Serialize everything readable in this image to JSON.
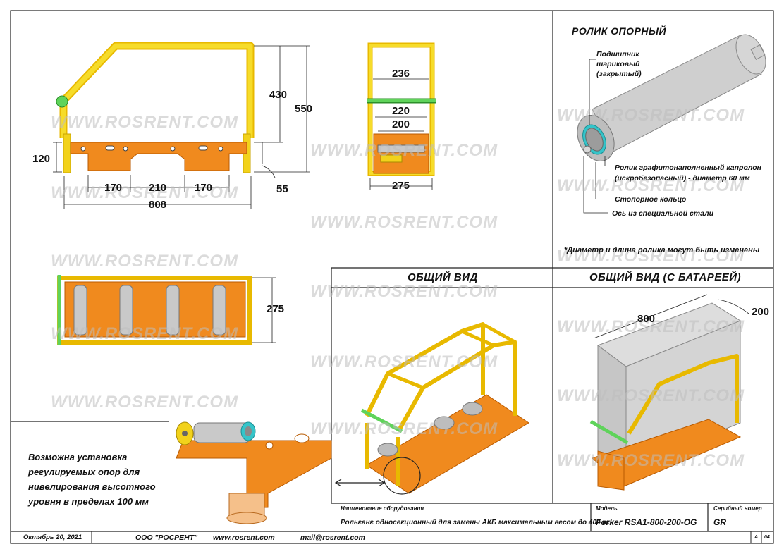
{
  "dimensions": {
    "d430": "430",
    "d550": "550",
    "d120": "120",
    "d170a": "170",
    "d210": "210",
    "d170b": "170",
    "d808": "808",
    "d55": "55",
    "d236": "236",
    "d220": "220",
    "d200": "200",
    "d275_top": "275",
    "d275_side": "275",
    "d800": "800",
    "d200_iso": "200"
  },
  "roller": {
    "title": "РОЛИК ОПОРНЫЙ",
    "bearing": [
      "Подшипник",
      "шариковый",
      "(закрытый)"
    ],
    "material": [
      "Ролик графитонаполненный капролон",
      "(искробезопасный) - диаметр 60 мм"
    ],
    "ring": "Стопорное кольцо",
    "axle": "Ось из специальной стали",
    "note": "*Диаметр и длина ролика могут быть изменены"
  },
  "views": {
    "general": "ОБЩИЙ ВИД",
    "general_battery": "ОБЩИЙ ВИД (С БАТАРЕЕЙ)"
  },
  "detail_note": [
    "Возможна установка",
    "регулируемых опор для",
    "нивелирования высотного",
    "уровня в пределах 100 мм"
  ],
  "title_block": {
    "equipment_label": "Наименование оборудования",
    "equipment_value": "Рольганг односекционный для замены АКБ максимальным весом до 400 кг",
    "model_label": "Модель",
    "model_value": "Forker RSA1-800-200-OG",
    "serial_label": "Серийный номер",
    "serial_value": "GR",
    "sheet_a": "A",
    "sheet_no": "04"
  },
  "footer": {
    "date": "Октябрь 20, 2021",
    "company": "ООО \"РОСРЕНТ\"",
    "website": "www.rosrent.com",
    "email": "mail@rosrent.com"
  },
  "watermark": "WWW.ROSRENT.COM",
  "colors": {
    "frame": "#f2d21b",
    "base": "#f08a1e",
    "handle": "#5fd35a",
    "roller": "#bdbdbd",
    "ring": "#35c4c9"
  }
}
